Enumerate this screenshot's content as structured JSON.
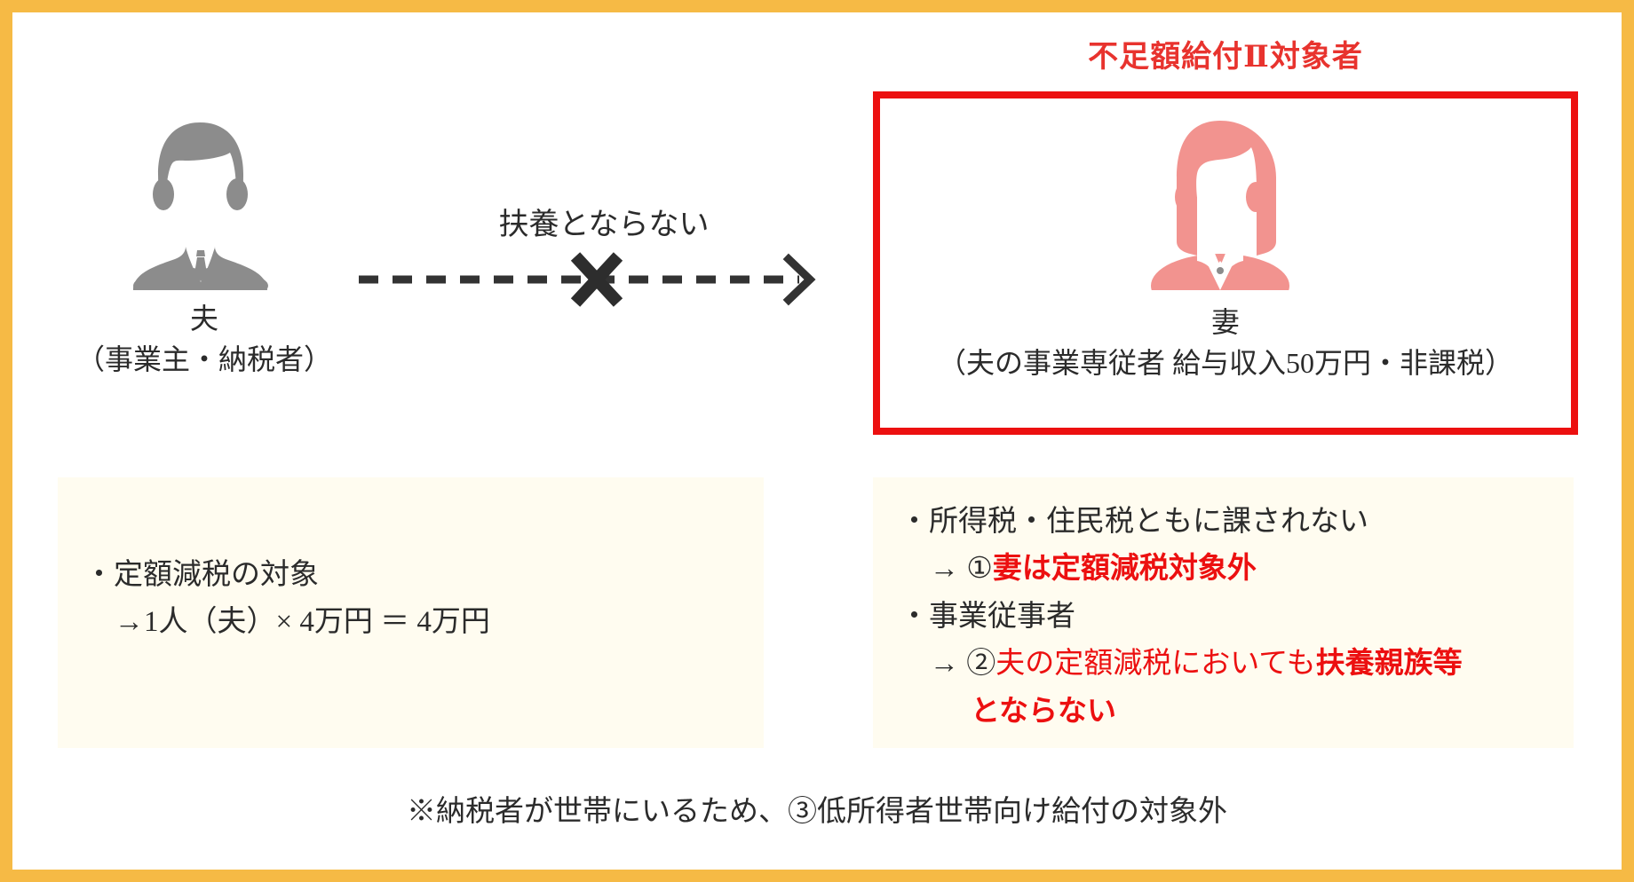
{
  "frame": {
    "border_color": "#f6ba45",
    "background": "#ffffff"
  },
  "highlight": {
    "title": "不足額給付Ⅱ対象者",
    "border_color": "#ec1010",
    "title_color": "#e8332e"
  },
  "people": {
    "husband": {
      "icon": "male-avatar-icon",
      "color": "#8c8c8c",
      "name": "夫",
      "sub": "（事業主・納税者）"
    },
    "wife": {
      "icon": "female-avatar-icon",
      "color": "#f2938f",
      "name": "妻",
      "sub": "（夫の事業専従者 給与収入50万円・非課税）"
    }
  },
  "relation": {
    "caption": "扶養とならない",
    "icon": "dashed-arrow-with-x-icon",
    "arrow_color": "#333333"
  },
  "notes": {
    "left": {
      "background": "#fffcf0",
      "lines": [
        {
          "text": "・定額減税の対象",
          "style": "plain"
        },
        {
          "text": "→1人（夫）× 4万円 ＝ 4万円",
          "style": "indent"
        }
      ]
    },
    "right": {
      "background": "#fffcf0",
      "lines": [
        {
          "text": "・所得税・住民税ともに課されない",
          "style": "plain"
        },
        {
          "prefix": "→ ①",
          "red_bold": "妻は定額減税対象外",
          "style": "indent"
        },
        {
          "text": "・事業従事者",
          "style": "plain"
        },
        {
          "prefix": "→ ②",
          "red": "夫の定額減税においても",
          "red_bold": "扶養親族等",
          "style": "indent"
        },
        {
          "red_bold": "とならない",
          "style": "indent2"
        }
      ]
    }
  },
  "footnote": {
    "text": "※納税者が世帯にいるため、③低所得者世帯向け給付の対象外"
  }
}
